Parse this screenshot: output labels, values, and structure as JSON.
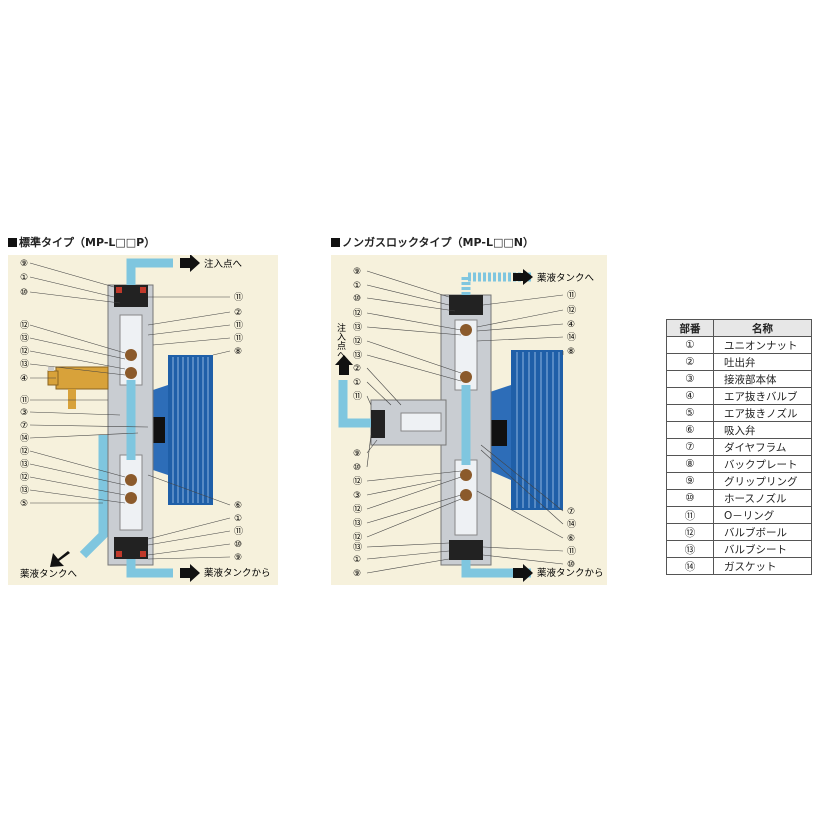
{
  "left_panel": {
    "title": "標準タイプ（MP-L□□P）",
    "flow_labels": {
      "outlet": "注入点へ",
      "inlet": "薬液タンクから",
      "return": "薬液タンクへ"
    },
    "callouts_left": [
      "⑨",
      "①",
      "⑩",
      "⑫",
      "⑬",
      "⑫",
      "⑬",
      "④",
      "⑪",
      "③",
      "⑦",
      "⑭",
      "⑫",
      "⑬",
      "⑫",
      "⑬",
      "⑤"
    ],
    "callouts_right": [
      "⑪",
      "②",
      "⑪",
      "⑪",
      "⑧",
      "⑥",
      "①",
      "⑪",
      "⑩",
      "⑨"
    ]
  },
  "right_panel": {
    "title": "ノンガスロックタイプ（MP-L□□N）",
    "flow_labels": {
      "outlet": "薬液タンクへ",
      "inlet": "薬液タンクから",
      "vertical": "注入点へ"
    },
    "callouts_left": [
      "⑨",
      "①",
      "⑩",
      "⑫",
      "⑬",
      "⑫",
      "⑬",
      "②",
      "①",
      "⑪",
      "⑨",
      "⑩",
      "⑫",
      "③",
      "⑫",
      "⑬",
      "⑫",
      "⑬",
      "①",
      "⑨"
    ],
    "callouts_right": [
      "⑪",
      "⑫",
      "④",
      "⑭",
      "⑧",
      "⑦",
      "⑭",
      "⑥",
      "⑪",
      "⑩"
    ]
  },
  "parts_table": {
    "headers": [
      "部番",
      "名称"
    ],
    "rows": [
      {
        "num": "①",
        "name": "ユニオンナット"
      },
      {
        "num": "②",
        "name": "吐出弁"
      },
      {
        "num": "③",
        "name": "接液部本体"
      },
      {
        "num": "④",
        "name": "エア抜きバルブ"
      },
      {
        "num": "⑤",
        "name": "エア抜きノズル"
      },
      {
        "num": "⑥",
        "name": "吸入弁"
      },
      {
        "num": "⑦",
        "name": "ダイヤフラム"
      },
      {
        "num": "⑧",
        "name": "バックプレート"
      },
      {
        "num": "⑨",
        "name": "グリップリング"
      },
      {
        "num": "⑩",
        "name": "ホースノズル"
      },
      {
        "num": "⑪",
        "name": "O－リング"
      },
      {
        "num": "⑫",
        "name": "バルブボール"
      },
      {
        "num": "⑬",
        "name": "バルブシート"
      },
      {
        "num": "⑭",
        "name": "ガスケット"
      }
    ]
  }
}
